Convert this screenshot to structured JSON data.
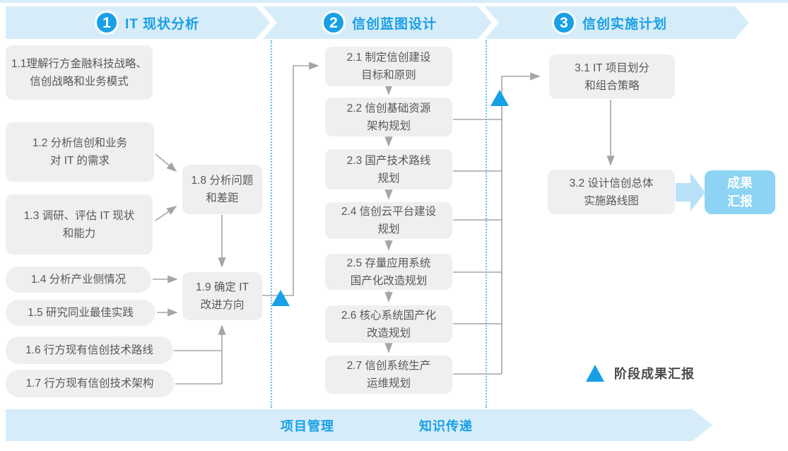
{
  "phases": [
    {
      "number": "1",
      "title": "IT 现状分析"
    },
    {
      "number": "2",
      "title": "信创蓝图设计"
    },
    {
      "number": "3",
      "title": "信创实施计划"
    }
  ],
  "steps": {
    "s11": "1.1理解行方金融科技战略、\n信创战略和业务模式",
    "s12": "1.2 分析信创和业务\n对 IT 的需求",
    "s13": "1.3 调研、评估 IT 现状\n和能力",
    "s14": "1.4 分析产业侧情况",
    "s15": "1.5 研究同业最佳实践",
    "s16": "1.6 行方现有信创技术路线",
    "s17": "1.7 行方现有信创技术架构",
    "s18": "1.8 分析问题\n和差距",
    "s19": "1.9 确定 IT\n改进方向",
    "s21": "2.1 制定信创建设\n目标和原则",
    "s22": "2.2 信创基础资源\n架构规划",
    "s23": "2.3 国产技术路线\n规划",
    "s24": "2.4 信创云平台建设\n规划",
    "s25": "2.5 存量应用系统\n国产化改造规划",
    "s26": "2.6 核心系统国产化\n改造规划",
    "s27": "2.7 信创系统生产\n运维规划",
    "s31": "3.1 IT 项目划分\n和组合策略",
    "s32": "3.2 设计信创总体\n实施路线图"
  },
  "result_label": "成果\n汇报",
  "legend_label": "阶段成果汇报",
  "footer": {
    "left": "项目管理",
    "right": "知识传递"
  },
  "colors": {
    "accent_blue": "#18a0e6",
    "band_blue": "#d7ecf9",
    "box_grey": "#efefef",
    "box_text": "#57585a",
    "connector_grey": "#a5a5a5",
    "result_blue": "#8dd3f3"
  }
}
